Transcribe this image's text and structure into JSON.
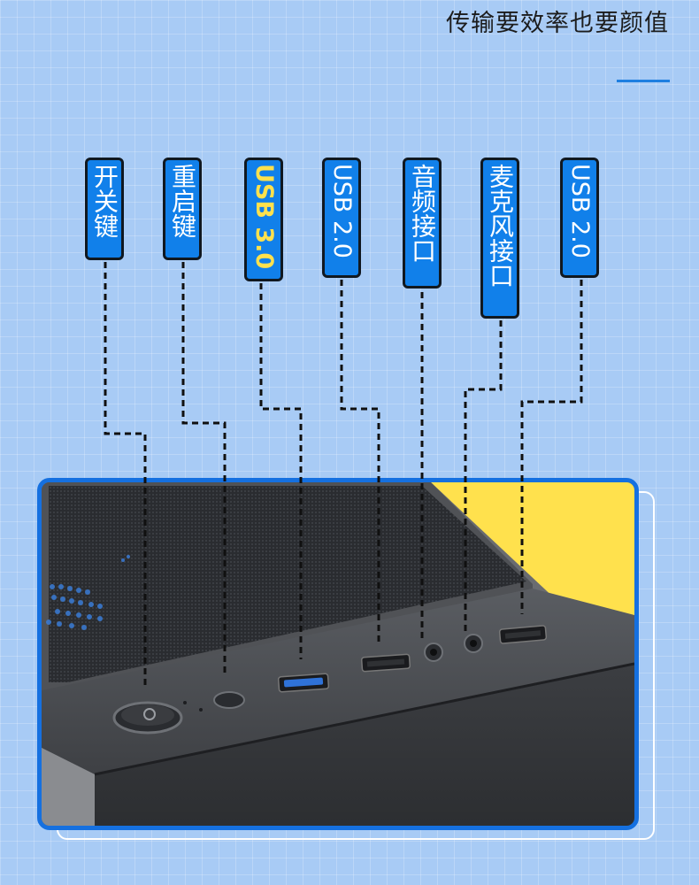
{
  "headline": "传输要效率也要颜值",
  "labels": {
    "power": "开关键",
    "reset": "重启键",
    "usb3": "USB 3.0",
    "usb2_left": "USB 2.0",
    "audio": "音频接口",
    "mic": "麦克风接口",
    "usb2_right": "USB 2.0"
  },
  "colors": {
    "background": "#a8cbf5",
    "tag_fill": "#1180ea",
    "tag_border": "#101820",
    "highlight_text": "#ffe14d",
    "photo_frame": "#1570e0",
    "yellow_backdrop": "#ffe14d"
  }
}
